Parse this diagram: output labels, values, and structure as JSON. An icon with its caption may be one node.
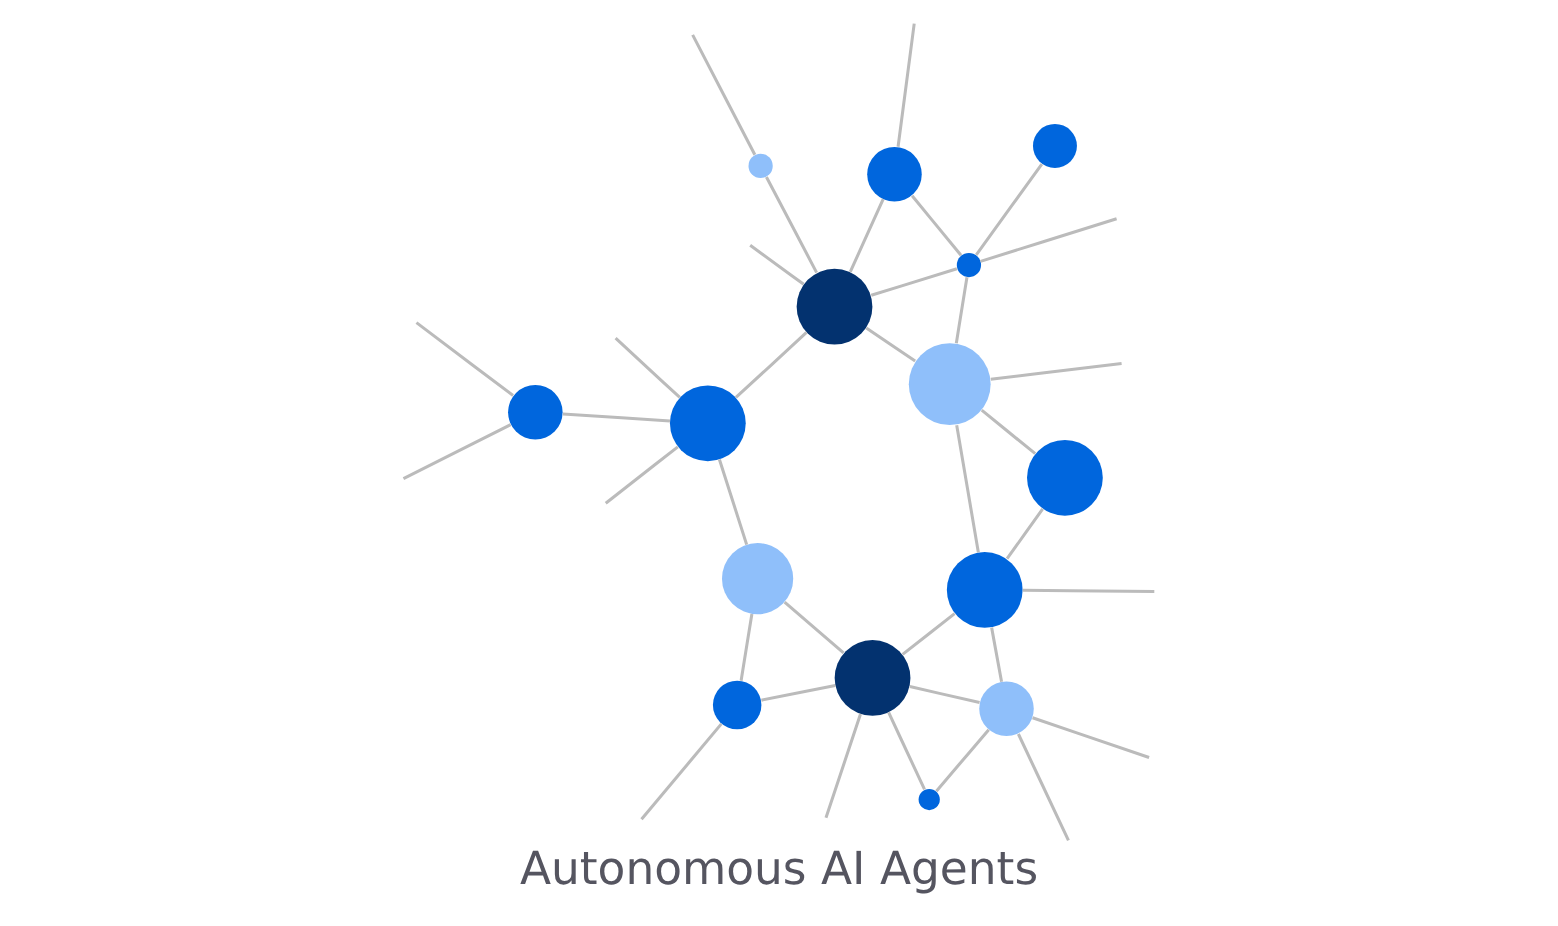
{
  "diagram": {
    "title": "Autonomous AI Agents",
    "nodes": [
      {
        "text": [],
        "shape": "circle"
      },
      {
        "text": [],
        "shape": "circle"
      },
      {
        "text": [],
        "shape": "circle"
      },
      {
        "text": [],
        "shape": "circle"
      },
      {
        "text": [],
        "shape": "circle"
      },
      {
        "text": [],
        "shape": "circle"
      },
      {
        "text": [],
        "shape": "circle"
      },
      {
        "text": [],
        "shape": "circle"
      },
      {
        "text": [],
        "shape": "circle"
      },
      {
        "text": [],
        "shape": "circle"
      },
      {
        "text": [],
        "shape": "circle"
      },
      {
        "text": [],
        "shape": "circle"
      },
      {
        "text": [],
        "shape": "circle"
      },
      {
        "text": [],
        "shape": "circle"
      },
      {
        "text": [],
        "shape": "circle"
      }
    ],
    "edges": [
      {
        "from": 0,
        "to": 1,
        "arrow": "none"
      },
      {
        "from": 0,
        "to": 2,
        "arrow": "none"
      },
      {
        "from": 2,
        "to": 1,
        "arrow": "none"
      },
      {
        "from": 1,
        "to": 3,
        "arrow": "none"
      },
      {
        "from": 3,
        "to": 4,
        "arrow": "none"
      },
      {
        "from": 3,
        "to": 7,
        "arrow": "none"
      },
      {
        "from": 5,
        "to": 7,
        "arrow": "none"
      },
      {
        "from": 2,
        "to": 6,
        "arrow": "none"
      },
      {
        "from": 2,
        "to": 8,
        "arrow": "none"
      },
      {
        "from": 2,
        "to": 9,
        "arrow": "none"
      },
      {
        "from": 6,
        "to": 8,
        "arrow": "none"
      },
      {
        "from": 8,
        "to": 9,
        "arrow": "none"
      },
      {
        "from": 9,
        "to": 10,
        "arrow": "none"
      },
      {
        "from": 9,
        "to": 12,
        "arrow": "none"
      },
      {
        "from": 12,
        "to": 10,
        "arrow": "none"
      },
      {
        "from": 10,
        "to": 7,
        "arrow": "none"
      },
      {
        "from": 7,
        "to": 11,
        "arrow": "none"
      },
      {
        "from": 7,
        "to": 13,
        "arrow": "none"
      },
      {
        "from": 10,
        "to": 13,
        "arrow": "none"
      },
      {
        "from": 11,
        "to": 13,
        "arrow": "none"
      },
      {
        "from": 13,
        "to": 14,
        "arrow": "none"
      },
      {
        "from": null,
        "to": 0,
        "arrow": "none"
      },
      {
        "from": null,
        "to": 2,
        "arrow": "none"
      },
      {
        "from": null,
        "to": 3,
        "arrow": "none"
      },
      {
        "from": null,
        "to": 3,
        "arrow": "none"
      },
      {
        "from": null,
        "to": 4,
        "arrow": "none"
      },
      {
        "from": null,
        "to": 4,
        "arrow": "none"
      },
      {
        "from": null,
        "to": 5,
        "arrow": "none"
      },
      {
        "from": null,
        "to": 7,
        "arrow": "none"
      },
      {
        "from": null,
        "to": 8,
        "arrow": "none"
      },
      {
        "from": null,
        "to": 8,
        "arrow": "none"
      },
      {
        "from": null,
        "to": 9,
        "arrow": "none"
      },
      {
        "from": null,
        "to": 10,
        "arrow": "none"
      },
      {
        "from": null,
        "to": 11,
        "arrow": "none"
      },
      {
        "from": null,
        "to": 13,
        "arrow": "none"
      }
    ]
  }
}
